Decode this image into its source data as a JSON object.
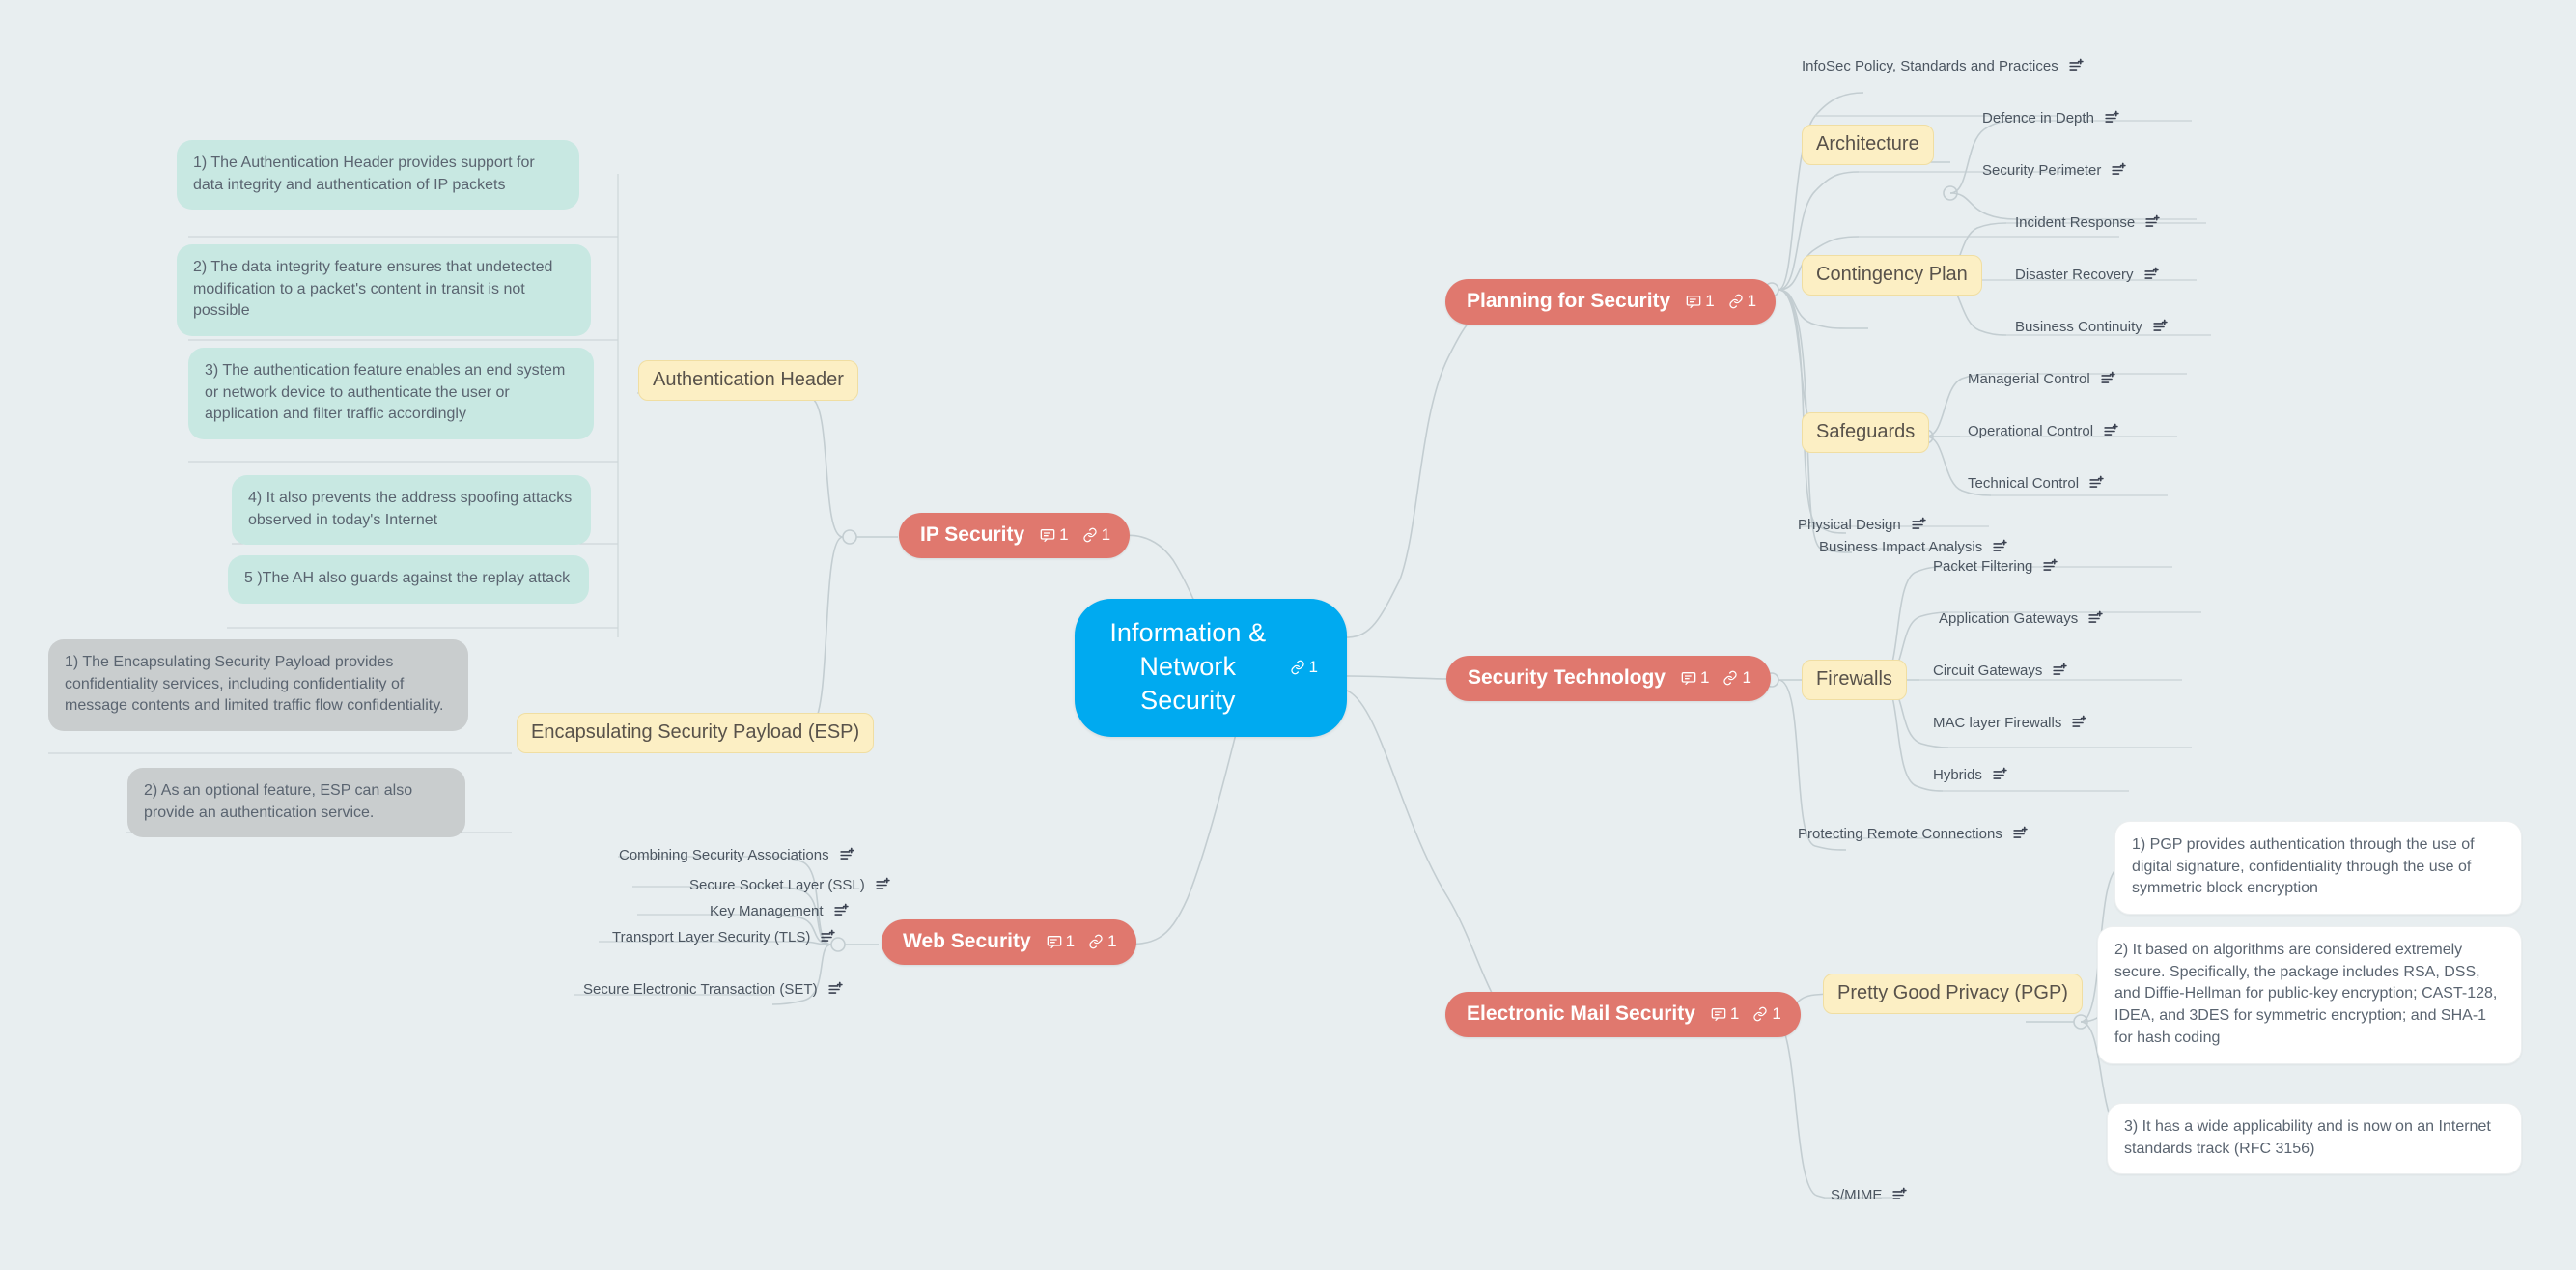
{
  "app": {
    "background_color": "#e8eef0",
    "root_color": "#00aaf0",
    "topic_color": "#e0786e",
    "subtopic_color": "#fcefc4",
    "note_cyan_color": "#c8e8e2",
    "note_gray_color": "#c9cdce",
    "note_white_color": "#ffffff"
  },
  "root": {
    "title": "Information & Network\nSecurity",
    "link_count": "1"
  },
  "topics": {
    "planning": {
      "label": "Planning for Security",
      "comment_count": "1",
      "link_count": "1"
    },
    "ip_security": {
      "label": "IP Security",
      "comment_count": "1",
      "link_count": "1"
    },
    "security_technology": {
      "label": "Security Technology",
      "comment_count": "1",
      "link_count": "1"
    },
    "web_security": {
      "label": "Web Security",
      "comment_count": "1",
      "link_count": "1"
    },
    "email_security": {
      "label": "Electronic Mail Security",
      "comment_count": "1",
      "link_count": "1"
    }
  },
  "subtopics": {
    "architecture": "Architecture",
    "contingency_plan": "Contingency Plan",
    "safeguards": "Safeguards",
    "firewalls": "Firewalls",
    "authentication_header": "Authentication Header",
    "esp": "Encapsulating Security Payload (ESP)",
    "pgp": "Pretty Good Privacy (PGP)"
  },
  "leaves": {
    "infosec_policy": "InfoSec Policy, Standards and Practices",
    "defence_in_depth": "Defence in Depth",
    "security_perimeter": "Security Perimeter",
    "incident_response": "Incident Response",
    "disaster_recovery": "Disaster Recovery",
    "business_continuity": "Business Continuity",
    "managerial_control": "Managerial Control",
    "operational_control": "Operational Control",
    "technical_control": "Technical Control",
    "physical_design": "Physical Design",
    "business_impact_analysis": "Business Impact Analysis",
    "packet_filtering": "Packet Filtering",
    "application_gateways": "Application Gateways",
    "circuit_gateways": "Circuit Gateways",
    "mac_layer_firewalls": "MAC layer Firewalls",
    "hybrids": "Hybrids",
    "protecting_remote_connections": "Protecting Remote Connections",
    "combining_security_associations": "Combining Security Associations",
    "secure_socket_layer": "Secure Socket Layer (SSL)",
    "key_management": "Key Management",
    "transport_layer_security": "Transport Layer Security (TLS)",
    "secure_electronic_transaction": "Secure Electronic Transaction (SET)",
    "smime": "S/MIME"
  },
  "notes": {
    "ah": [
      "1) The Authentication Header provides support for data integrity and authentication of IP packets",
      "2) The data integrity feature ensures that undetected modification to a packet's content in transit is not possible",
      "3) The authentication feature enables an end system or network device to authenticate the user or application and filter traffic accordingly",
      "4) It also prevents the address spoofing attacks observed in today's Internet",
      "5 )The AH also guards against the replay attack"
    ],
    "esp": [
      "1) The Encapsulating Security Payload provides confidentiality services, including confidentiality of message contents and limited traffic flow confidentiality.",
      "2) As an optional feature, ESP can also provide an authentication service."
    ],
    "pgp": [
      "1) PGP provides authentication through the use of digital signature, confidentiality through the use of symmetric block encryption",
      "2) It based on algorithms are considered extremely secure. Specifically, the package includes RSA, DSS, and Diffie-Hellman for public-key encryption; CAST-128, IDEA, and 3DES for symmetric encryption; and SHA-1 for hash coding",
      "3) It has a wide applicability and is now on an Internet standards track (RFC 3156)"
    ]
  },
  "icons": {
    "link": "link-icon",
    "comment": "comment-icon",
    "add_note": "add-note-icon"
  }
}
